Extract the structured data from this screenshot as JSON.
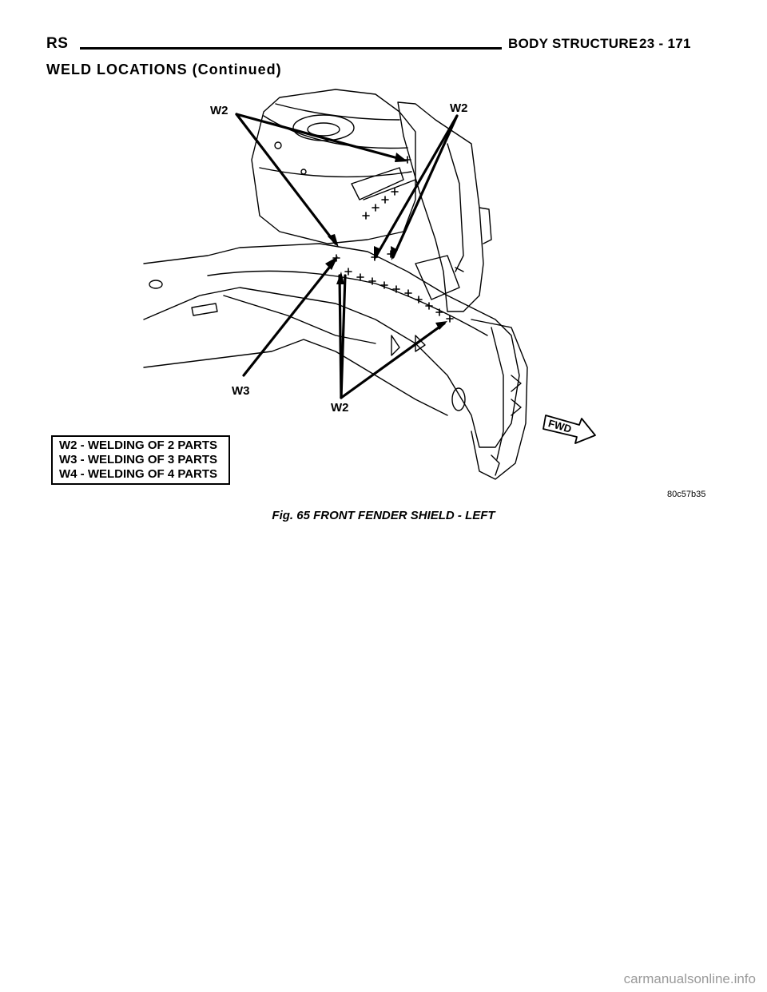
{
  "header": {
    "left": "RS",
    "section_title": "BODY STRUCTURE",
    "page_number": "23 - 171"
  },
  "section_heading": "WELD LOCATIONS (Continued)",
  "figure": {
    "callouts": {
      "w2_top_left": "W2",
      "w2_top_right": "W2",
      "w3_bottom": "W3",
      "w2_bottom": "W2"
    },
    "fwd_label": "FWD",
    "legend": [
      "W2 - WELDING OF 2 PARTS",
      "W3 - WELDING OF 3 PARTS",
      "W4 - WELDING OF 4 PARTS"
    ],
    "figure_code": "80c57b35",
    "caption": "Fig. 65 FRONT FENDER SHIELD - LEFT"
  },
  "footer": {
    "watermark": "carmanualsonline.info"
  }
}
